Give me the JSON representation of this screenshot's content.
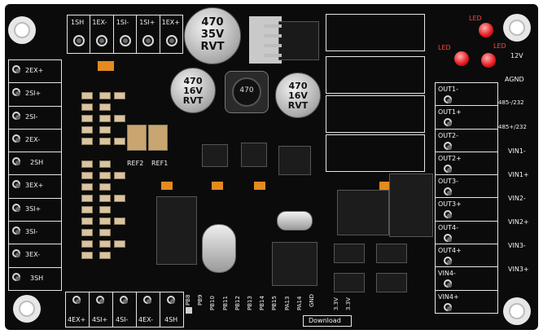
{
  "caps": [
    {
      "line1": "470",
      "line2": "35V",
      "line3": "RVT"
    },
    {
      "line1": "470",
      "line2": "16V",
      "line3": "RVT"
    },
    {
      "line1": "470",
      "line2": "16V",
      "line3": "RVT"
    }
  ],
  "inductor": "470",
  "top_header": [
    "1SH",
    "1EX-",
    "1SI-",
    "1SI+",
    "1EX+"
  ],
  "left_header": [
    "2EX+",
    "2SI+",
    "2SI-",
    "2EX-",
    "2SH",
    "3EX+",
    "3SI+",
    "3SI-",
    "3EX-",
    "3SH"
  ],
  "bottom_left_header": [
    "4EX+",
    "4SI+",
    "4SI-",
    "4EX-",
    "4SH"
  ],
  "bottom_pins": [
    "PB8",
    "PB9",
    "PB10",
    "PB11",
    "PB12",
    "PB13",
    "PB14",
    "PB15",
    "PA13",
    "PA14",
    "GND",
    "3.3V",
    "3.3V"
  ],
  "download_label": "Download",
  "ref_labels": [
    "REF2",
    "REF1"
  ],
  "right_labels": [
    "OUT1-",
    "OUT1+",
    "OUT2-",
    "OUT2+",
    "OUT3-",
    "OUT3+",
    "OUT4-",
    "OUT4+",
    "VIN4-",
    "VIN4+"
  ],
  "far_right_labels": [
    "12V",
    "AGND",
    "485-/232",
    "485+/232",
    "VIN1-",
    "VIN1+",
    "VIN2-",
    "VIN2+",
    "VIN3-",
    "VIN3+"
  ],
  "led_labels": [
    "LED",
    "LED",
    "LED"
  ],
  "colors": {
    "board": "#0b0b0b",
    "silk": "#f2f2f2",
    "led": "#e3171b",
    "orange": "#e48a1f"
  }
}
